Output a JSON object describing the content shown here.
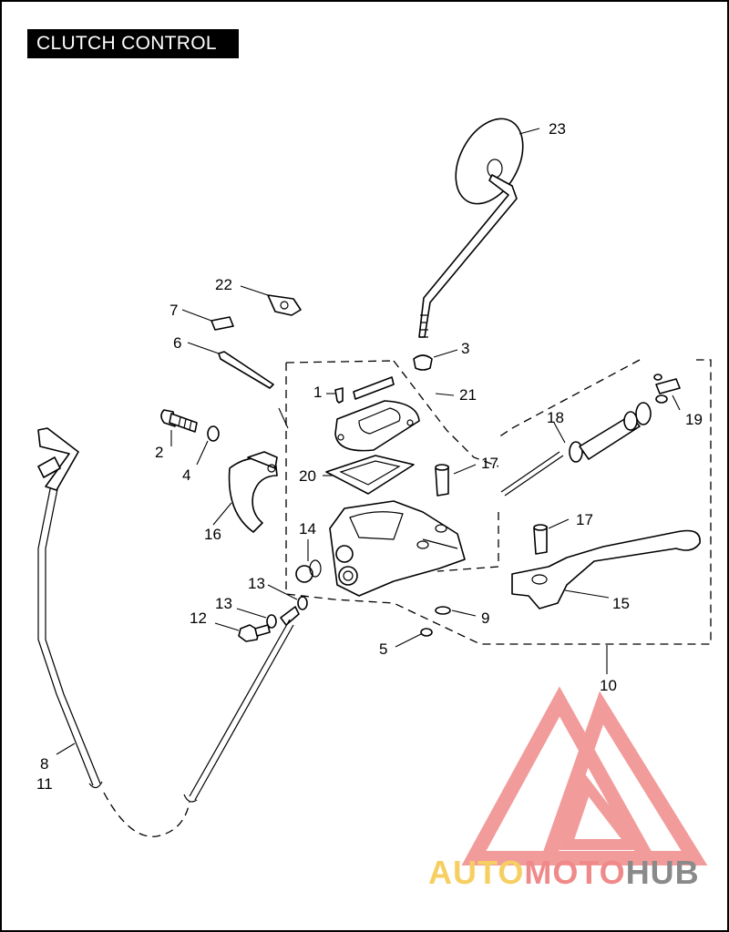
{
  "title": "CLUTCH CONTROL",
  "callouts": [
    {
      "id": "c1",
      "label": "1"
    },
    {
      "id": "c2",
      "label": "2"
    },
    {
      "id": "c3",
      "label": "3"
    },
    {
      "id": "c4",
      "label": "4"
    },
    {
      "id": "c5",
      "label": "5"
    },
    {
      "id": "c6",
      "label": "6"
    },
    {
      "id": "c7",
      "label": "7"
    },
    {
      "id": "c8",
      "label": "8"
    },
    {
      "id": "c9",
      "label": "9"
    },
    {
      "id": "c10",
      "label": "10"
    },
    {
      "id": "c11",
      "label": "11"
    },
    {
      "id": "c12",
      "label": "12"
    },
    {
      "id": "c13a",
      "label": "13"
    },
    {
      "id": "c13b",
      "label": "13"
    },
    {
      "id": "c14",
      "label": "14"
    },
    {
      "id": "c15",
      "label": "15"
    },
    {
      "id": "c16",
      "label": "16"
    },
    {
      "id": "c17a",
      "label": "17"
    },
    {
      "id": "c17b",
      "label": "17"
    },
    {
      "id": "c18",
      "label": "18"
    },
    {
      "id": "c19",
      "label": "19"
    },
    {
      "id": "c20",
      "label": "20"
    },
    {
      "id": "c21",
      "label": "21"
    },
    {
      "id": "c22",
      "label": "22"
    },
    {
      "id": "c23",
      "label": "23"
    }
  ],
  "watermark": {
    "text_part1": "AUTO",
    "text_part2": "MOTO",
    "text_part3": "HUB",
    "colors": {
      "red": "#f08a8a",
      "yellow": "#f6cf63",
      "gray": "#8a8a8a"
    }
  }
}
